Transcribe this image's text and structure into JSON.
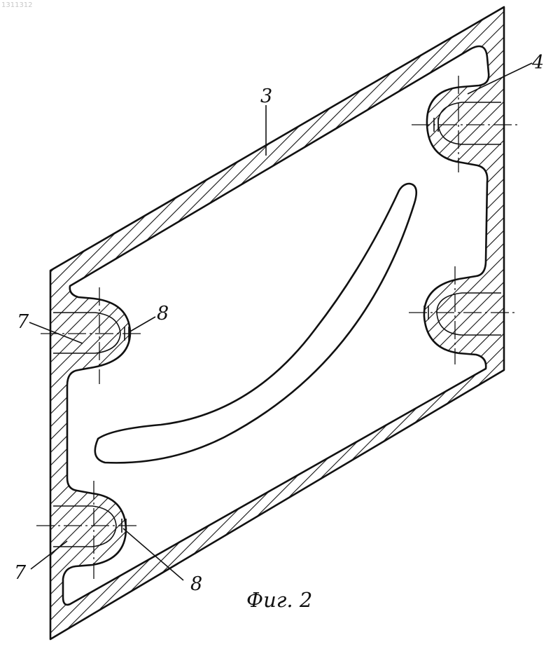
{
  "document": {
    "number": "1311312",
    "caption": "Фиг. 2"
  },
  "labels": {
    "wall": "3",
    "boss_top_right": "4",
    "bore_left_upper": "7",
    "hole_left_upper": "8",
    "bore_left_lower": "7",
    "hole_left_lower": "8"
  },
  "colors": {
    "ink": "#111111",
    "paper": "#ffffff"
  }
}
